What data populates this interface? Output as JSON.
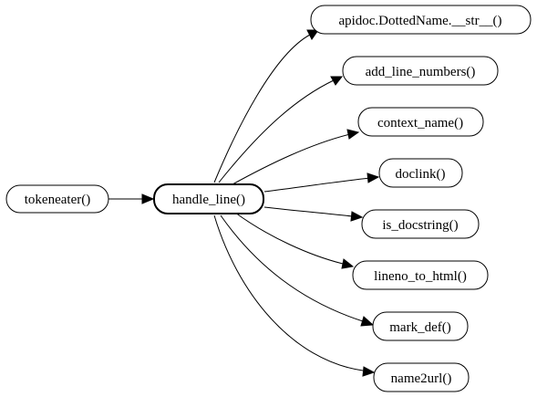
{
  "graph": {
    "caller": {
      "id": "tokeneater",
      "label": "tokeneater()"
    },
    "focus": {
      "id": "handle_line",
      "label": "handle_line()",
      "fill": "#ffd6d6"
    },
    "callees": [
      {
        "id": "apidoc_dottedname_str",
        "label": "apidoc.DottedName.__str__()"
      },
      {
        "id": "add_line_numbers",
        "label": "add_line_numbers()"
      },
      {
        "id": "context_name",
        "label": "context_name()"
      },
      {
        "id": "doclink",
        "label": "doclink()"
      },
      {
        "id": "is_docstring",
        "label": "is_docstring()"
      },
      {
        "id": "lineno_to_html",
        "label": "lineno_to_html()"
      },
      {
        "id": "mark_def",
        "label": "mark_def()"
      },
      {
        "id": "name2url",
        "label": "name2url()"
      }
    ],
    "colors": {
      "stroke": "#000000",
      "node_fill": "#ffffff",
      "focus_fill": "#ffd6d6"
    }
  }
}
